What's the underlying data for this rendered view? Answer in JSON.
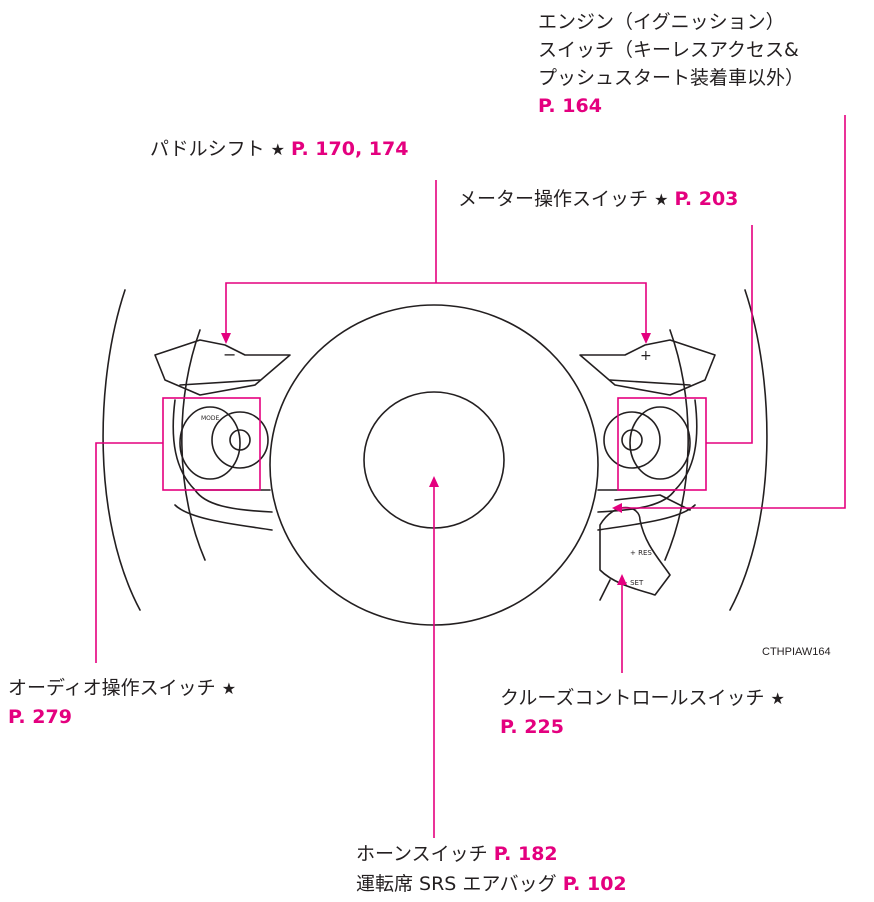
{
  "image_code": "CTHPIAW164",
  "colors": {
    "accent": "#e4007f",
    "line": "#231f20"
  },
  "labels": {
    "engine_switch": {
      "line1": "エンジン（イグニッション）",
      "line2": "スイッチ（キーレスアクセス&",
      "line3": "プッシュスタート装着車以外）",
      "ref": "P. 164"
    },
    "paddle_shift": {
      "text": "パドルシフト",
      "star": "★",
      "ref": "P. 170, 174"
    },
    "meter_switch": {
      "text": "メーター操作スイッチ",
      "star": "★",
      "ref": "P. 203"
    },
    "audio_switch": {
      "text": "オーディオ操作スイッチ",
      "star": "★",
      "ref": "P. 279"
    },
    "cruise_switch": {
      "text": "クルーズコントロールスイッチ",
      "star": "★",
      "ref": "P. 225"
    },
    "horn_switch": {
      "text": "ホーンスイッチ",
      "ref": "P. 182"
    },
    "airbag": {
      "text": "運転席 SRS エアバッグ",
      "ref": "P. 102"
    }
  },
  "wheel_marks": {
    "paddle_minus": "−",
    "paddle_plus": "+",
    "mode": "MODE",
    "cruise_res": "+ RES",
    "cruise_set": "− SET"
  }
}
